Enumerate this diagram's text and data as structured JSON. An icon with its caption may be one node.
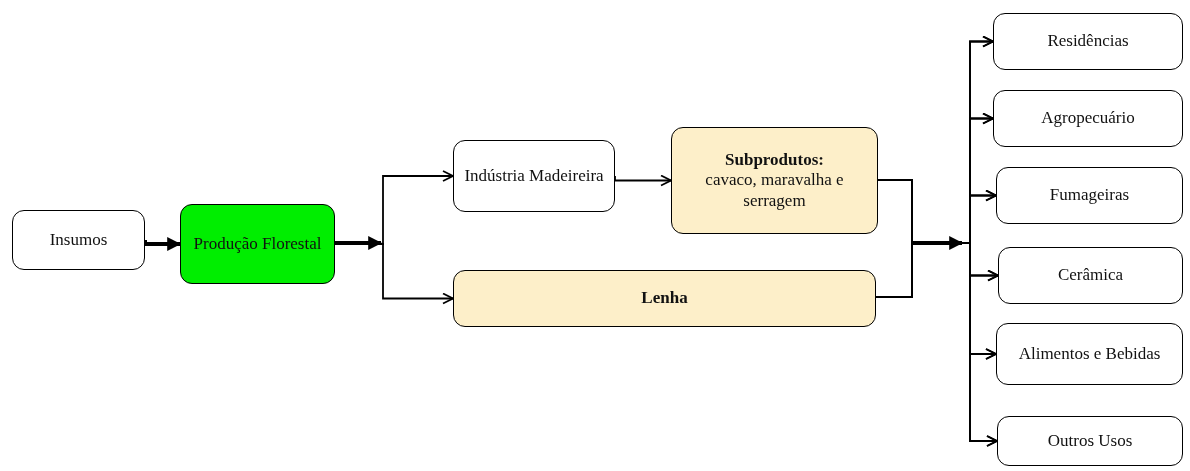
{
  "diagram": {
    "nodes": [
      {
        "text": [
          "Insumos"
        ]
      },
      {
        "text": [
          "Produção Florestal"
        ]
      },
      {
        "text": [
          "Indústria Madeireira"
        ]
      },
      {
        "text": [
          "Subprodutos:",
          "cavaco, maravalha e serragem"
        ]
      },
      {
        "text": [
          "Lenha"
        ]
      },
      {
        "text": [
          "Residências"
        ]
      },
      {
        "text": [
          "Agropecuário"
        ]
      },
      {
        "text": [
          "Fumageiras"
        ]
      },
      {
        "text": [
          "Cerâmica"
        ]
      },
      {
        "text": [
          "Alimentos e Bebidas"
        ]
      },
      {
        "text": [
          "Outros Usos"
        ]
      }
    ],
    "edges": [
      {
        "from": 0,
        "to": 1,
        "arrow": "to",
        "style": "thick"
      },
      {
        "from": 1,
        "to": 2,
        "arrow": "to"
      },
      {
        "from": 1,
        "to": 4,
        "arrow": "to"
      },
      {
        "from": 2,
        "to": 3,
        "arrow": "to"
      },
      {
        "from": 3,
        "to": 5,
        "arrow": "to"
      },
      {
        "from": 3,
        "to": 6,
        "arrow": "to"
      },
      {
        "from": 3,
        "to": 7,
        "arrow": "to"
      },
      {
        "from": 3,
        "to": 8,
        "arrow": "to"
      },
      {
        "from": 3,
        "to": 9,
        "arrow": "to"
      },
      {
        "from": 3,
        "to": 10,
        "arrow": "to"
      },
      {
        "from": 4,
        "to": 5,
        "arrow": "to"
      },
      {
        "from": 4,
        "to": 6,
        "arrow": "to"
      },
      {
        "from": 4,
        "to": 7,
        "arrow": "to"
      },
      {
        "from": 4,
        "to": 8,
        "arrow": "to"
      },
      {
        "from": 4,
        "to": 9,
        "arrow": "to"
      },
      {
        "from": 4,
        "to": 10,
        "arrow": "to"
      }
    ]
  }
}
